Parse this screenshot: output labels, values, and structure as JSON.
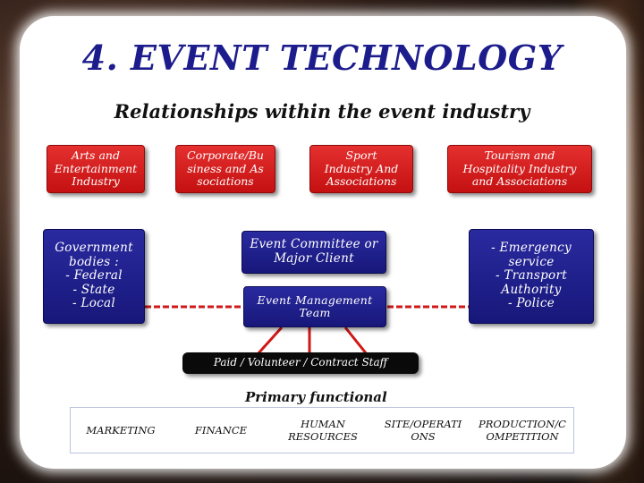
{
  "slide": {
    "title": "4. EVENT TECHNOLOGY",
    "subtitle": "Relationships within the event industry"
  },
  "diagram": {
    "top_boxes": [
      {
        "label": "Arts and Entertainment Industry"
      },
      {
        "label": "Corporate/Business and Associations"
      },
      {
        "label": "Sport Industry And Associations"
      },
      {
        "label": "Tourism and Hospitality Industry and Associations"
      }
    ],
    "left_box": {
      "lines": [
        "Government",
        "bodies :",
        "- Federal",
        "- State",
        "- Local"
      ]
    },
    "right_box": {
      "lines": [
        "- Emergency",
        "service",
        "- Transport",
        "Authority",
        "- Police"
      ]
    },
    "center_top": {
      "lines": [
        "Event Committee or",
        "Major Client"
      ]
    },
    "center_mid": {
      "lines": [
        "Event Management",
        "Team"
      ]
    },
    "staff_bar": {
      "label": "Paid / Volunteer / Contract Staff"
    },
    "primary_functional": {
      "label": "Primary functional",
      "cells": [
        {
          "lines": [
            "MARKETING"
          ]
        },
        {
          "lines": [
            "FINANCE"
          ]
        },
        {
          "lines": [
            "HUMAN",
            "RESOURCES"
          ]
        },
        {
          "lines": [
            "SITE/OPERATI",
            "ONS"
          ]
        },
        {
          "lines": [
            "PRODUCTION/C",
            "OMPETITION"
          ]
        }
      ]
    },
    "colors": {
      "title": "#1c1c8c",
      "red_box": "#d42020",
      "blue_box": "#1f1f8c",
      "connector": "#d01818",
      "staff_bar": "#0a0a0a"
    }
  }
}
